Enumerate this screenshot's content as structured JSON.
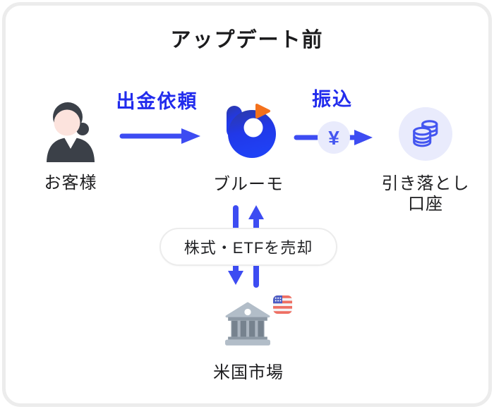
{
  "title": "アップデート前",
  "nodes": {
    "customer": {
      "label": "お客様"
    },
    "bloomo": {
      "label": "ブルーモ"
    },
    "account": {
      "label_line1": "引き落とし",
      "label_line2": "口座"
    },
    "us_market": {
      "label": "米国市場"
    }
  },
  "edges": {
    "withdrawal_request": {
      "label": "出金依頼"
    },
    "transfer": {
      "label": "振込",
      "currency_symbol": "¥"
    },
    "sell_flow": {
      "label": "株式・ETFを売却"
    }
  },
  "icons": {
    "customer": "person-icon",
    "bloomo": "bloomo-logo-icon",
    "account": "coins-icon",
    "transfer_currency": "yen-icon",
    "us_market": "bank-icon",
    "us_market_flag": "us-flag-icon"
  },
  "colors": {
    "accent_text_blue": "#222ced",
    "arrow_blue": "#3d4cf2",
    "logo_blue": "#2138e8",
    "logo_orange": "#f4711c",
    "lavender_bg": "#e9ebfc",
    "card_border": "#ececec",
    "text_dark": "#1d1d1f",
    "bank_light": "#b2bdc8",
    "bank_dark": "#76828e",
    "flag_red": "#ee6f63",
    "flag_blue": "#4b5cc4"
  }
}
